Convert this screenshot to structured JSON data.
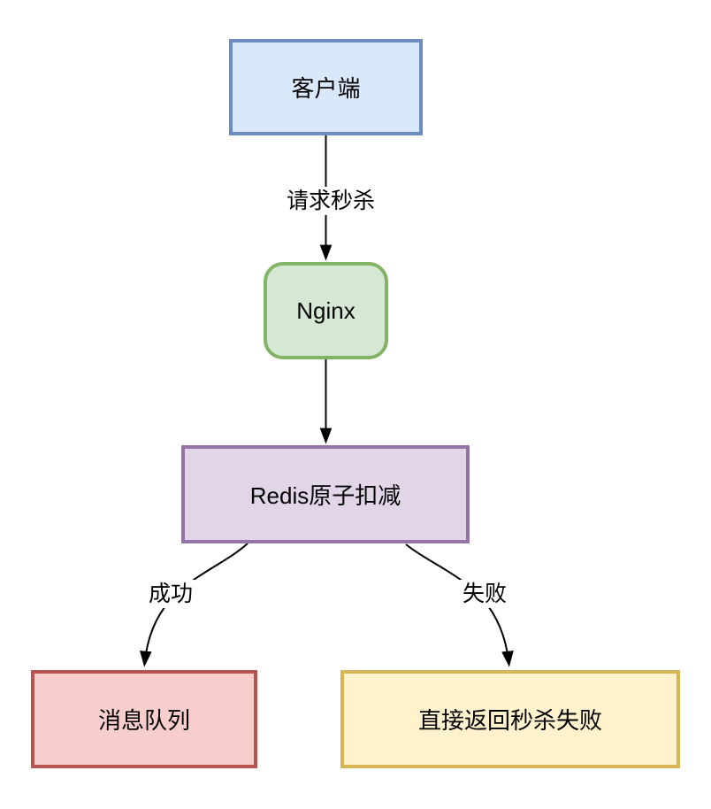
{
  "diagram": {
    "type": "flowchart",
    "background_color": "#ffffff",
    "arrow_color": "#000000",
    "text_color": "#000000",
    "nodes": [
      {
        "id": "client",
        "label": "客户端",
        "shape": "rectangle",
        "fill": "#dae8fc",
        "stroke": "#6c8ebf"
      },
      {
        "id": "nginx",
        "label": "Nginx",
        "shape": "rounded-rectangle",
        "fill": "#d5e8d4",
        "stroke": "#82b366"
      },
      {
        "id": "redis",
        "label": "Redis原子扣减",
        "shape": "rectangle",
        "fill": "#e1d5e7",
        "stroke": "#9673a6"
      },
      {
        "id": "mq",
        "label": "消息队列",
        "shape": "rectangle",
        "fill": "#f8cecc",
        "stroke": "#b85450"
      },
      {
        "id": "fail",
        "label": "直接返回秒杀失败",
        "shape": "rectangle",
        "fill": "#fff2cc",
        "stroke": "#d6b656"
      }
    ],
    "edges": [
      {
        "from": "client",
        "to": "nginx",
        "label": "请求秒杀",
        "style": "straight-arrow"
      },
      {
        "from": "nginx",
        "to": "redis",
        "label": "",
        "style": "straight-arrow"
      },
      {
        "from": "redis",
        "to": "mq",
        "label": "成功",
        "style": "curved-arrow"
      },
      {
        "from": "redis",
        "to": "fail",
        "label": "失败",
        "style": "curved-arrow"
      }
    ]
  }
}
